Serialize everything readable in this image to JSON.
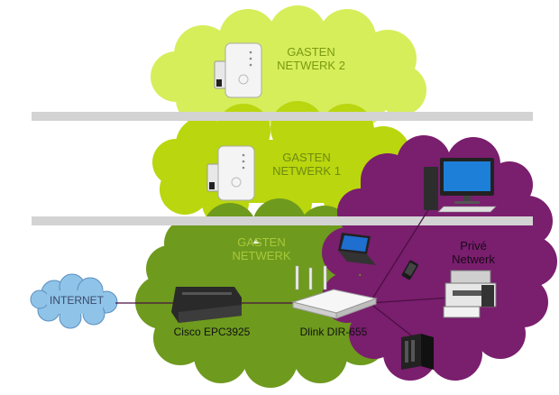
{
  "zones": {
    "guest_2": {
      "line1": "GASTEN",
      "line2": "NETWERK 2",
      "color": "#d6ee5a"
    },
    "guest_1": {
      "line1": "GASTEN",
      "line2": "NETWERK 1",
      "color": "#b9d60e"
    },
    "guest": {
      "line1": "GASTEN",
      "line2": "NETWERK",
      "color": "#6e9a1e"
    },
    "private": {
      "line1": "Privé",
      "line2": "Netwerk",
      "color": "#7a1e6e"
    },
    "internet": {
      "label": "INTERNET",
      "color": "#8fc3e8"
    }
  },
  "devices": {
    "modem": {
      "label": "Cisco EPC3925"
    },
    "router": {
      "label": "Dlink DIR-655"
    }
  },
  "icons": {
    "extender_top": "wifi-extender-icon",
    "extender_mid": "wifi-extender-icon",
    "desktop": "desktop-computer-icon",
    "laptop": "laptop-icon",
    "phone": "smartphone-icon",
    "printer": "printer-icon",
    "nas": "nas-server-icon"
  },
  "colors": {
    "floor": "#d3d3d3",
    "cable": "#4a1040"
  }
}
